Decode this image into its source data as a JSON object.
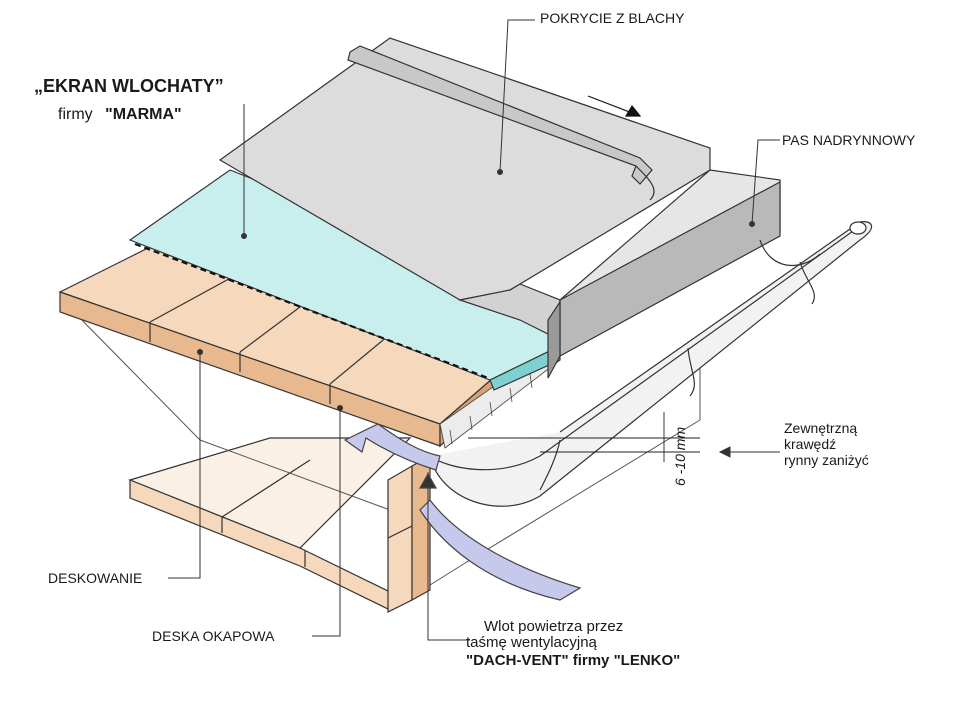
{
  "labels": {
    "product_title": "„EKRAN WLOCHATY”",
    "product_maker_prefix": "firmy",
    "product_maker": "\"MARMA\"",
    "metal_cover": "POKRYCIE Z BLACHY",
    "drip_strip": "PAS NADRYNNOWY",
    "gutter_note": "Zewnętrzną\nkrawędź\nrynny zaniżyć",
    "gap_dimension": "6 -10 mm",
    "boarding": "DESKOWANIE",
    "eaves_board": "DESKA  OKAPOWA",
    "air_inlet_line1": "Wlot powietrza  przez",
    "air_inlet_line2": "taśmę wentylacyjną",
    "air_inlet_line3": "\"DACH-VENT\" firmy \"LENKO\""
  },
  "colors": {
    "metal": "#dcdcdc",
    "metal_dark": "#9a9a9a",
    "membrane": "#c8eeee",
    "wood": "#f6d8bc",
    "wood_dark": "#e8b88e",
    "gutter": "#f2f2f2",
    "airflow": "#c6c8ec"
  }
}
